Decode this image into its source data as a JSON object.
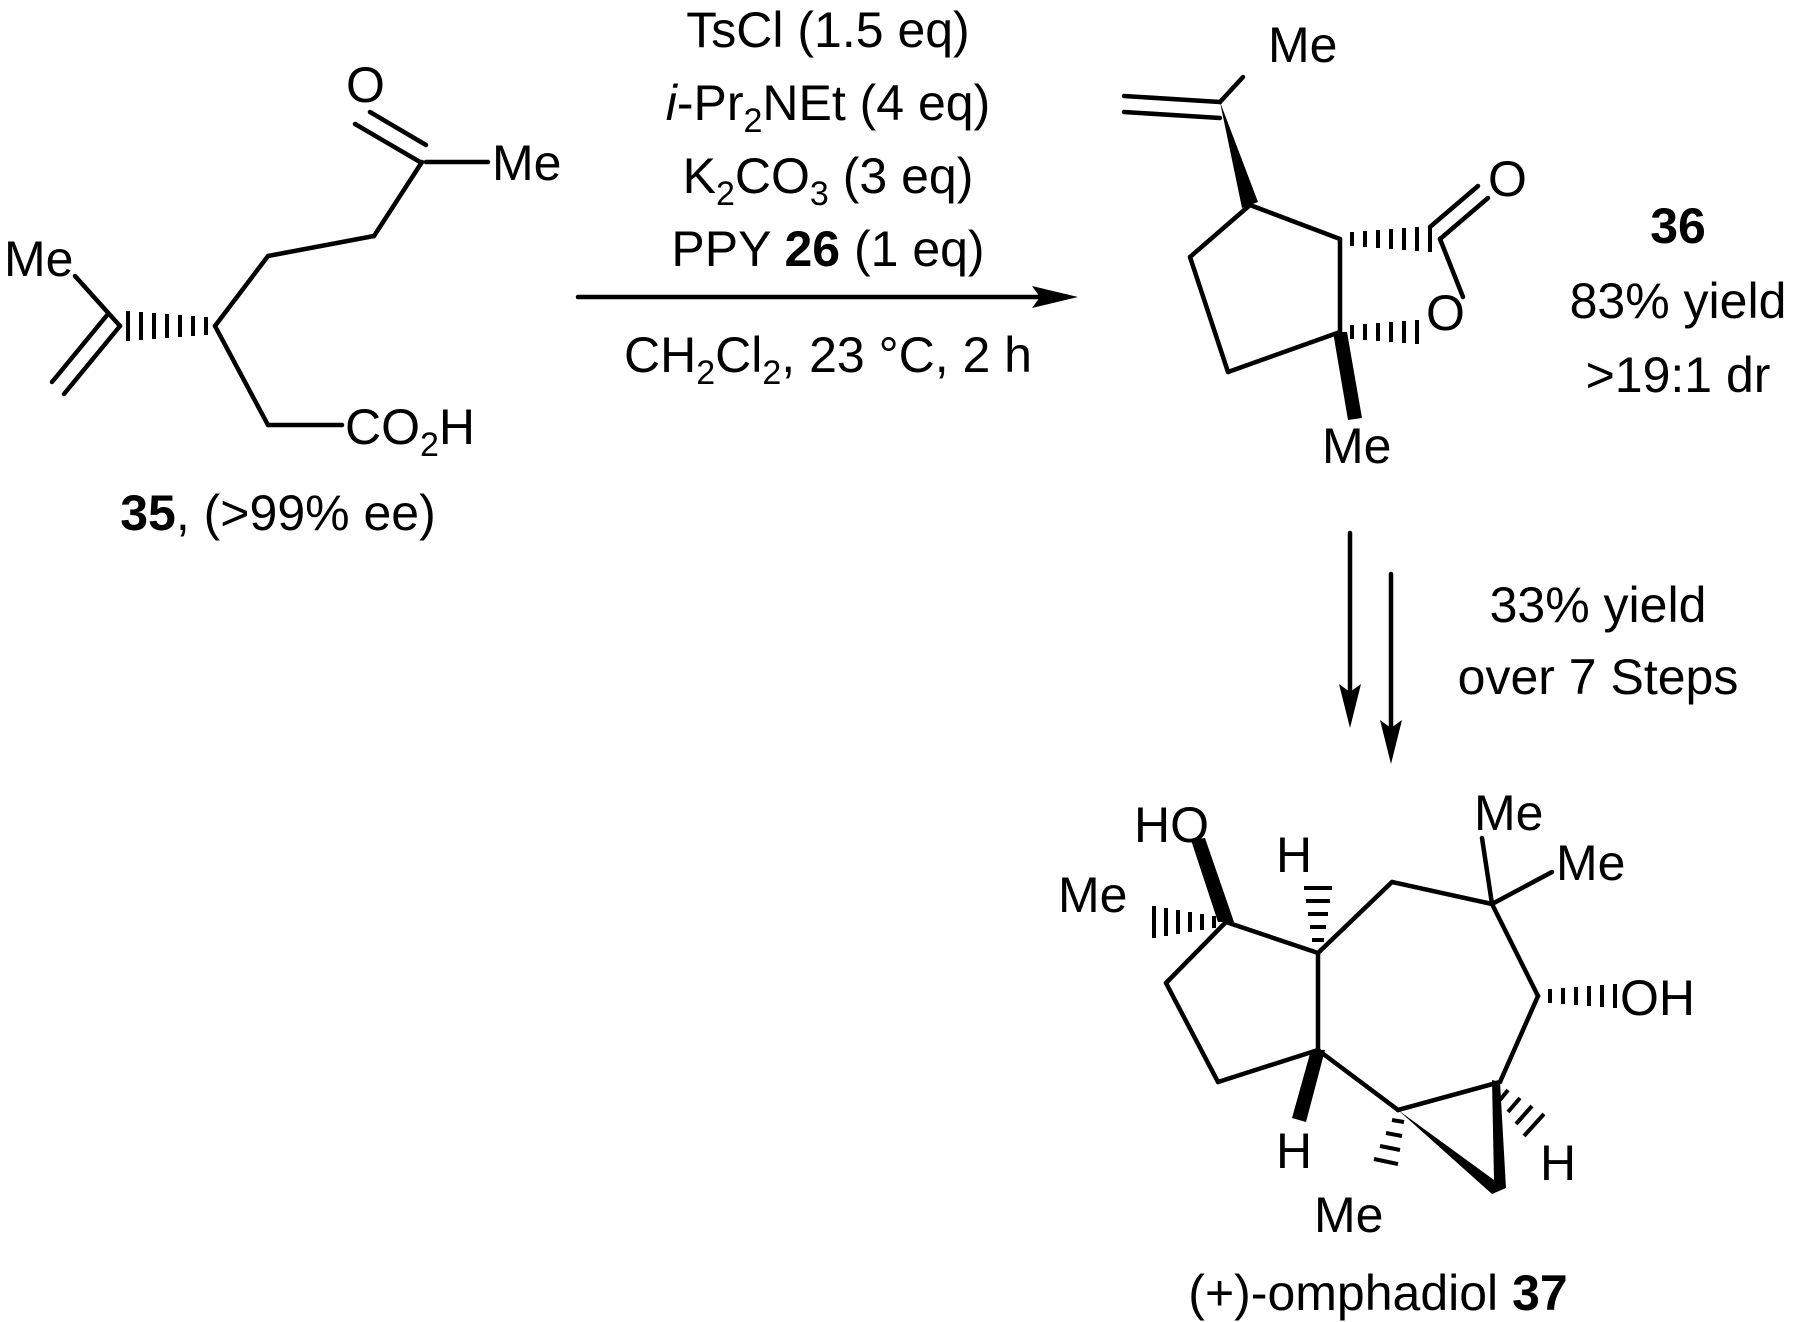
{
  "reagents": {
    "line1": "TsCl (1.5 eq)",
    "line2_prefix": "i",
    "line2_main": "-Pr",
    "line2_sub": "2",
    "line2_rest": "NEt (4 eq)",
    "line3_a": "K",
    "line3_sub1": "2",
    "line3_b": "CO",
    "line3_sub2": "3",
    "line3_c": " (3 eq)",
    "line4_a": "PPY ",
    "line4_bold": "26",
    "line4_c": " (1 eq)",
    "cond_a": "CH",
    "cond_sub1": "2",
    "cond_b": "Cl",
    "cond_sub2": "2",
    "cond_c": ", 23 °C, 2 h"
  },
  "compound35": {
    "number": "35",
    "suffix": ", (>99% ee)",
    "atoms": {
      "o": "O",
      "me_ketone": "Me",
      "me_vinyl": "Me",
      "co2h_a": "CO",
      "co2h_sub": "2",
      "co2h_b": "H"
    }
  },
  "compound36": {
    "number": "36",
    "yield": "83% yield",
    "dr": ">19:1 dr",
    "atoms": {
      "me_top": "Me",
      "o_carbonyl": "O",
      "o_ring": "O",
      "me_bottom": "Me"
    }
  },
  "step2": {
    "yield": "33% yield",
    "steps": "over 7 Steps"
  },
  "compound37": {
    "name": "(+)-omphadiol ",
    "number": "37",
    "atoms": {
      "ho": "HO",
      "me_left": "Me",
      "h_top": "H",
      "me_gem1": "Me",
      "me_gem2": "Me",
      "oh": "OH",
      "h_bottom_left": "H",
      "me_bottom": "Me",
      "h_bottom_right": "H"
    }
  }
}
